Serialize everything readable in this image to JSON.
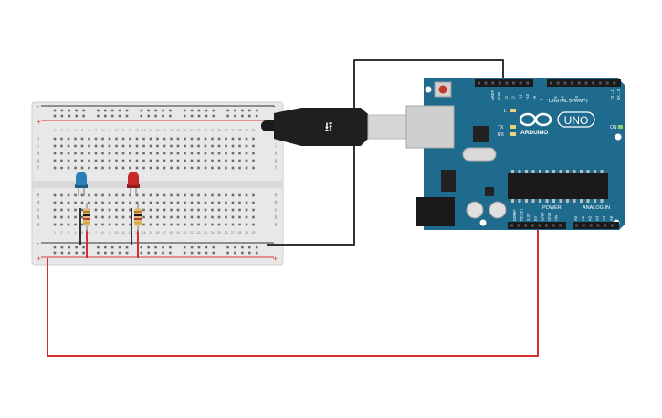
{
  "canvas": {
    "background": "#ffffff"
  },
  "breadboard": {
    "column_numbers": [
      "1",
      "2",
      "3",
      "4",
      "5",
      "6",
      "7",
      "8",
      "9",
      "10",
      "11",
      "12",
      "13",
      "14",
      "15",
      "16",
      "17",
      "18",
      "19",
      "20",
      "21",
      "22",
      "23",
      "24",
      "25",
      "26",
      "27",
      "28",
      "29",
      "30"
    ],
    "row_letters_top": [
      "j",
      "i",
      "h",
      "g",
      "f"
    ],
    "row_letters_bottom": [
      "e",
      "d",
      "c",
      "b",
      "a"
    ],
    "rail_plus": "+",
    "rail_minus": "-",
    "color_body": "#e8e8e8",
    "color_red_rail": "#d43a3a",
    "color_black_rail": "#333333"
  },
  "components": {
    "led_blue": {
      "color": "#2a7fb8"
    },
    "led_red": {
      "color": "#c62828"
    },
    "resistor_1": {
      "bands": [
        "#b07a2a",
        "#1a1a1a",
        "#c0392b",
        "#d4af37"
      ]
    },
    "resistor_2": {
      "bands": [
        "#b07a2a",
        "#1a1a1a",
        "#c0392b",
        "#d4af37"
      ]
    }
  },
  "arduino": {
    "board_color": "#1f6b8e",
    "brand": "ARDUINO",
    "model": "UNO",
    "digital_label": "DIGITAL (PWM~)",
    "analog_label": "ANALOG IN",
    "power_label": "POWER",
    "on_label": "ON",
    "tx_label": "TX",
    "rx_label": "RX",
    "l_label": "L",
    "aref_label": "AREF",
    "gnd_label": "GND",
    "tx1_label": "TX→1",
    "rx0_label": "RX←0",
    "digital_pins": [
      "13",
      "12",
      "~11",
      "~10",
      "~9",
      "8",
      "7",
      "~6",
      "~5",
      "4",
      "~3",
      "2"
    ],
    "power_pins": [
      "IOREF",
      "RESET",
      "3.3V",
      "5V",
      "GND",
      "GND",
      "Vin"
    ],
    "analog_pins": [
      "A0",
      "A1",
      "A2",
      "A3",
      "A4",
      "A5"
    ]
  },
  "wires": {
    "gnd_color": "#333333",
    "power_color": "#d32f2f"
  }
}
